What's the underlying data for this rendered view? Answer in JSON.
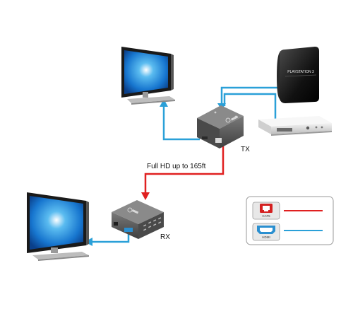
{
  "diagram": {
    "distance_label": "Full HD up to 165ft",
    "tx_label": "TX",
    "rx_label": "RX",
    "ps3_brand": "PLAYSTATION 3",
    "legend": {
      "items": [
        {
          "icon": "cat-cable-icon",
          "caption": "CAT5",
          "color": "#e02020"
        },
        {
          "icon": "hdmi-cable-icon",
          "caption": "HDMI",
          "color": "#2aa0d8"
        }
      ]
    },
    "colors": {
      "hdmi_line": "#2aa0d8",
      "cat_line": "#e02020",
      "device_body": "#5a5a5a",
      "screen": "#1e7fd6"
    }
  }
}
